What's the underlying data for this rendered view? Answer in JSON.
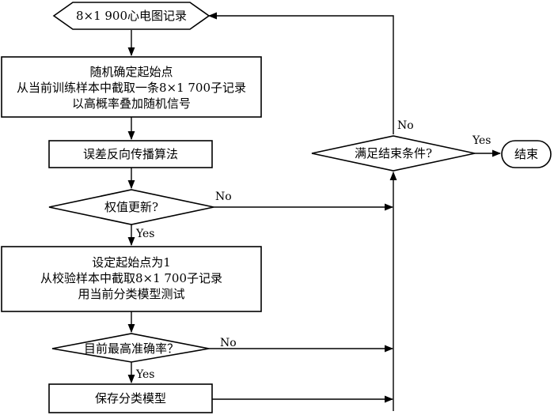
{
  "nodes": {
    "start": "8×1 900心电图记录",
    "step1": {
      "line1": "随机确定起始点",
      "line2": "从当前训练样本中截取一条8×1 700子记录",
      "line3": "以高概率叠加随机信号"
    },
    "step2": "误差反向传播算法",
    "decision_weight": "权值更新?",
    "step3": {
      "line1": "设定起始点为1",
      "line2": "从校验样本中截取8×1 700子记录",
      "line3": "用当前分类模型测试"
    },
    "decision_accuracy": "目前最高准确率？",
    "step4": "保存分类模型",
    "decision_end": "满足结束条件?",
    "end": "结束"
  },
  "labels": {
    "weight_no": "No",
    "weight_yes": "Yes",
    "accuracy_no": "No",
    "accuracy_yes": "Yes",
    "end_no": "No",
    "end_yes": "Yes"
  }
}
